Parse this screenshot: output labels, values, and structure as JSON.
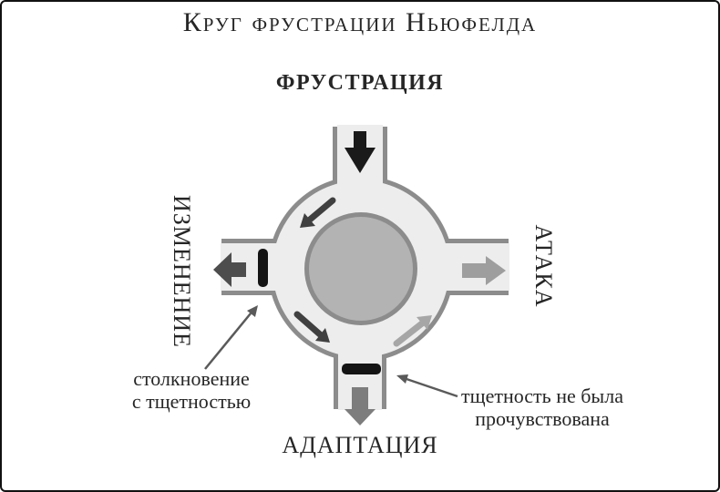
{
  "title": "Круг фрустрации Ньюфелда",
  "diagram": {
    "top_label": "ФРУСТРАЦИЯ",
    "left_label": "ИЗМЕНЕНИЕ",
    "right_label": "АТАКА",
    "bottom_label": "АДАПТАЦИЯ",
    "annotation_left": {
      "line1": "столкновение",
      "line2": "с тщетностью"
    },
    "annotation_right": {
      "line1": "тщетность не была",
      "line2": "прочувствована"
    }
  },
  "colors": {
    "road_fill": "#ededed",
    "road_border": "#8c8c8c",
    "island_fill": "#b3b3b3",
    "frustration_arrow": "#1a1a1a",
    "change_arrow": "#4d4d4d",
    "attack_arrow": "#9e9e9e",
    "adaptation_arrow": "#7d7d7d",
    "flow_arrow_dark": "#404040",
    "flow_arrow_light": "#a6a6a6",
    "block_bar": "#141414",
    "leader": "#5a5a5a",
    "text": "#262626",
    "frame_border": "#111111"
  }
}
